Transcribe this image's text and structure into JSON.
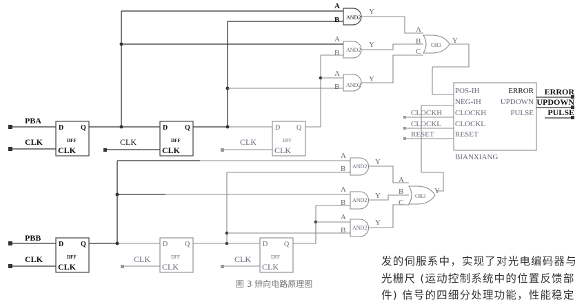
{
  "figure": {
    "caption": "图 3  辨向电路原理图",
    "inputs": {
      "pba": "PBA",
      "pbb": "PBB",
      "clk": "CLK"
    },
    "dff": {
      "name": "DFF",
      "d": "D",
      "q": "Q",
      "clk": "CLK"
    },
    "and_gate": {
      "name": "AND2",
      "a": "A",
      "b": "B",
      "y": "Y"
    },
    "or_gate": {
      "name": "OR3",
      "a": "A",
      "b": "B",
      "c": "C",
      "y": "Y"
    },
    "block": {
      "name": "BIANXIANG",
      "left_pins": [
        "POS-IH",
        "NEG-IH",
        "CLOCKH",
        "CLOCKL",
        "RESET"
      ],
      "right_pins": [
        "ERROR",
        "UPDOWN",
        "PULSE"
      ],
      "ext_inputs": [
        "CLOCKH",
        "CLOCKL",
        "RESET"
      ],
      "outputs": [
        "ERROR",
        "UPDOWN",
        "PULSE"
      ]
    }
  },
  "body_text": [
    "发的伺服系中，实现了对光电编码器与",
    "光栅尺 (运动控制系统中的位置反馈部",
    "件) 信号的四细分处理功能，性能稳定"
  ]
}
